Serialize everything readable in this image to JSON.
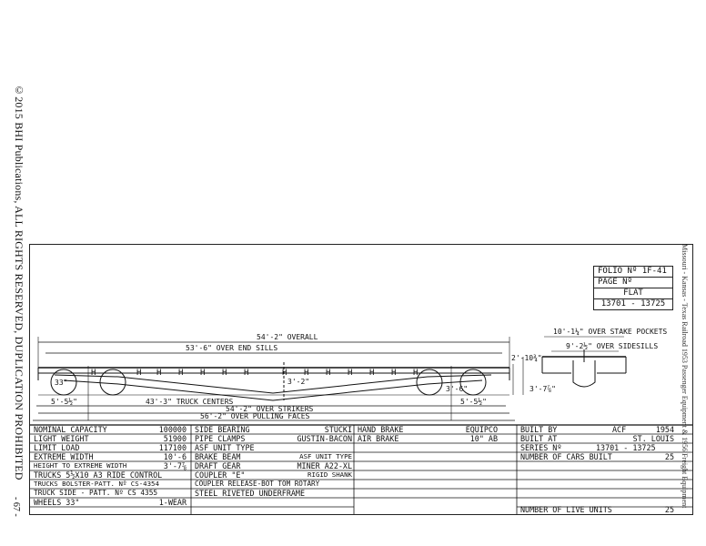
{
  "copyright": "©2015 BHI Publications, ALL RIGHTS RESERVED, DUPLICATION PROHIBITED",
  "page_number": "- 67 -",
  "source": "Missouri - Kansas - Texas Railroad 1953 Passenger Equipment & 1956 Freight Equipment",
  "folio": {
    "folio_no": "FOLIO Nº 1F-41",
    "page_no": "PAGE Nº",
    "car_type": "FLAT",
    "numbers": "13701 - 13725"
  },
  "dimensions": {
    "overall": "54'-2\" OVERALL",
    "over_end_sills": "53'-6\" OVER END SILLS",
    "truck_centers": "43'-3\" TRUCK CENTERS",
    "truck_overhang_left": "5'-5½\"",
    "truck_overhang_right": "5'-5½\"",
    "over_strikers": "54'-2\" OVER STRIKERS",
    "over_pulling_faces": "56'-2\" OVER PULLING FACES",
    "wheel_dia": "33\"",
    "center_depth": "3'-2\"",
    "end_depth": "3'-6\"",
    "height_rail_to_deck": "3'-7⅞\"",
    "height_small": "2'-10¾\"",
    "over_stake_pockets": "10'-1¼\" OVER STAKE POCKETS",
    "over_sidesills": "9'-2½\" OVER SIDESILLS"
  },
  "specs": {
    "col1": [
      {
        "label": "NOMINAL CAPACITY",
        "value": "100000"
      },
      {
        "label": "LIGHT WEIGHT",
        "value": "51900"
      },
      {
        "label": "LIMIT LOAD",
        "value": "117100"
      },
      {
        "label": "EXTREME WIDTH",
        "value": "10'-6"
      },
      {
        "label": "HEIGHT TO EXTREME WIDTH",
        "value": "3'-7⅞"
      },
      {
        "label": "TRUCKS 5½X10 A3 RIDE CONTROL",
        "value": ""
      },
      {
        "label": "TRUCKS BOLSTER-PATT. Nº CS-4354",
        "value": ""
      },
      {
        "label": "TRUCK SIDE  - PATT. Nº CS 4355",
        "value": ""
      },
      {
        "label": "WHEELS   33\"",
        "value": "1-WEAR"
      }
    ],
    "col2": [
      {
        "label": "SIDE BEARING",
        "value": "STUCKI"
      },
      {
        "label": "PIPE CLAMPS",
        "value": "GUSTIN-BACON"
      },
      {
        "label": "ASF UNIT TYPE",
        "value": ""
      },
      {
        "label": "BRAKE BEAM",
        "value": "ASF UNIT TYPE"
      },
      {
        "label": "DRAFT GEAR",
        "value": "MINER A22-XL"
      },
      {
        "label": "COUPLER \"E\"",
        "value": "RIGID SHANK"
      },
      {
        "label": "COUPLER RELEASE-BOT TOM ROTARY",
        "value": ""
      },
      {
        "label": "STEEL RIVETED UNDERFRAME",
        "value": ""
      }
    ],
    "col3": [
      {
        "label": "HAND BRAKE",
        "value": "EQUIPCO"
      },
      {
        "label": "AIR BRAKE",
        "value": "10\" AB"
      }
    ],
    "col4": [
      {
        "label": "BUILT BY",
        "mid": "ACF",
        "value": "1954"
      },
      {
        "label": "BUILT AT",
        "mid": "",
        "value": "ST. LOUIS"
      },
      {
        "label": "SERIES Nº",
        "mid": "13701 - 13725",
        "value": ""
      },
      {
        "label": "NUMBER OF CARS BUILT",
        "mid": "",
        "value": "25"
      }
    ],
    "live_units_label": "NUMBER OF LIVE UNITS",
    "live_units_value": "25"
  }
}
